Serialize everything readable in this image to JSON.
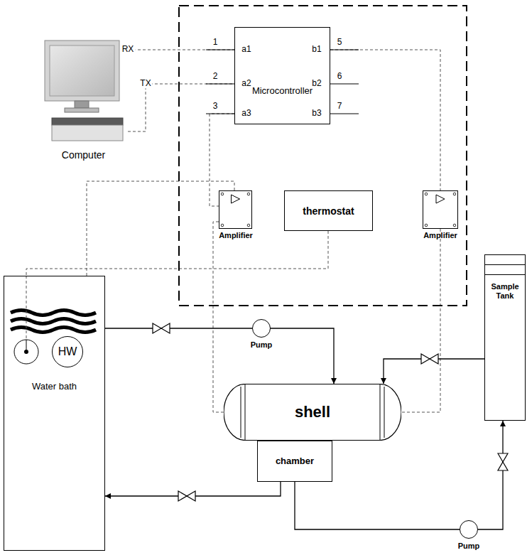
{
  "diagram": {
    "nodes": [
      {
        "text": [
          "Computer"
        ]
      },
      {
        "text": [
          "Microcontroller"
        ]
      },
      {
        "text": [
          "Amplifier"
        ]
      },
      {
        "text": [
          "thermostat"
        ]
      },
      {
        "text": [
          "Amplifier"
        ]
      },
      {
        "text": [
          "Water bath"
        ]
      },
      {
        "text": [
          "HW"
        ],
        "in": 5
      },
      {
        "text": [
          "Pump"
        ]
      },
      {
        "text": [
          "shell"
        ]
      },
      {
        "text": [
          "chamber"
        ]
      },
      {
        "text": [
          "Sample Tank"
        ]
      },
      {
        "text": [
          "Pump"
        ]
      }
    ],
    "edges": [
      {
        "from": 0,
        "to": 1,
        "label": "RX",
        "arrow": "none"
      },
      {
        "from": 0,
        "to": 1,
        "label": "TX",
        "arrow": "none"
      },
      {
        "from": 1,
        "to": 2,
        "arrow": "none"
      },
      {
        "from": 3,
        "to": 5,
        "arrow": "none"
      },
      {
        "from": 5,
        "to": 2,
        "arrow": "none"
      },
      {
        "from": 2,
        "to": 8,
        "arrow": "none"
      },
      {
        "from": 1,
        "to": 4,
        "arrow": "none"
      },
      {
        "from": 4,
        "to": 8,
        "arrow": "none"
      },
      {
        "from": 5,
        "to": 7,
        "arrow": "none"
      },
      {
        "from": 7,
        "to": 8,
        "arrow": "to"
      },
      {
        "from": 10,
        "to": 8,
        "arrow": "to"
      },
      {
        "from": 9,
        "to": 5,
        "arrow": "to"
      },
      {
        "from": 9,
        "to": 11,
        "arrow": "none"
      },
      {
        "from": 11,
        "to": 10,
        "arrow": "to"
      }
    ],
    "labels": [
      "1",
      "a1",
      "b1",
      "5",
      "2",
      "a2",
      "b2",
      "6",
      "3",
      "a3",
      "b3",
      "7"
    ]
  }
}
